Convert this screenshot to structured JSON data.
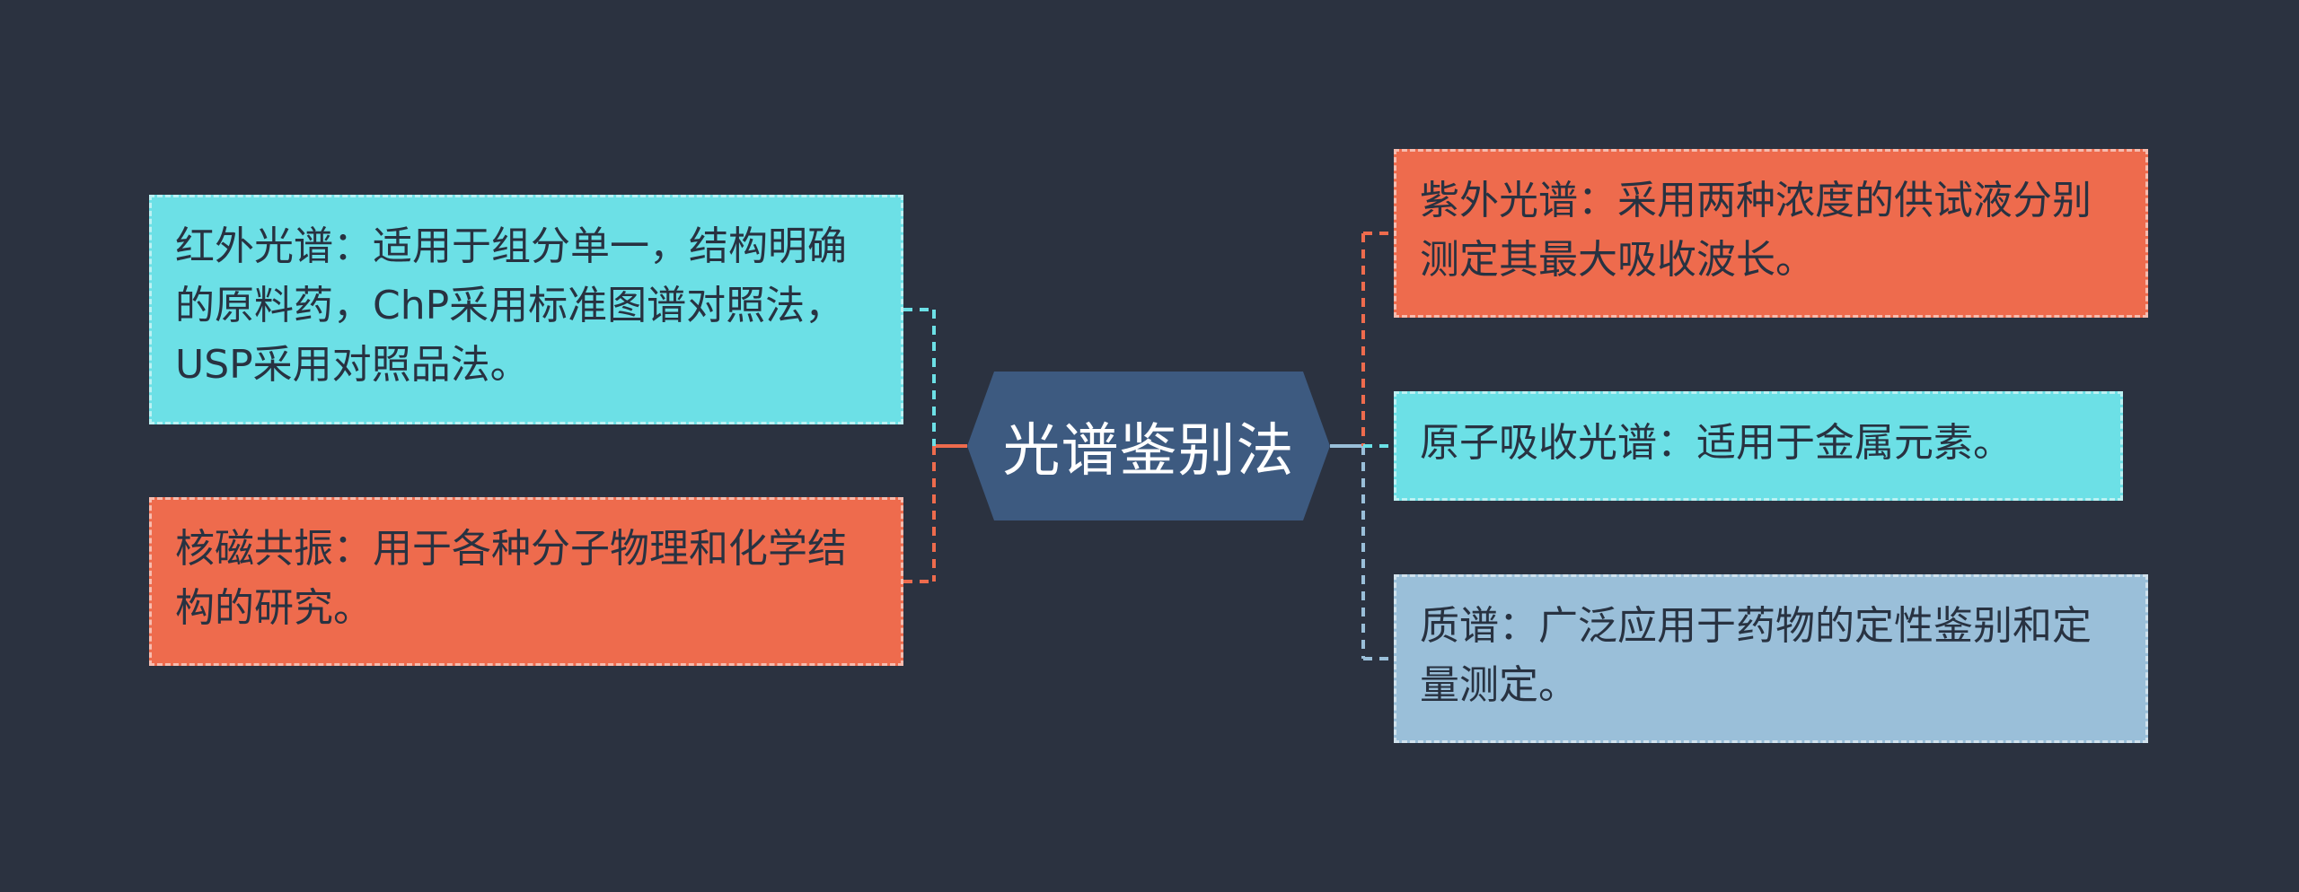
{
  "center": {
    "label": "光谱鉴别法"
  },
  "nodes": {
    "ir": "红外光谱：适用于组分单一，结构明确的原料药，ChP采用标准图谱对照法，USP采用对照品法。",
    "nmr": "核磁共振：用于各种分子物理和化学结构的研究。",
    "uv": "紫外光谱：采用两种浓度的供试液分别测定其最大吸收波长。",
    "aa": "原子吸收光谱：适用于金属元素。",
    "ms": "质谱：广泛应用于药物的定性鉴别和定量测定。"
  },
  "colors": {
    "background": "#2b3240",
    "center": "#3d5a80",
    "cyan": "#6ce0e6",
    "orange": "#ee6b4d",
    "blue": "#9abfd9"
  }
}
